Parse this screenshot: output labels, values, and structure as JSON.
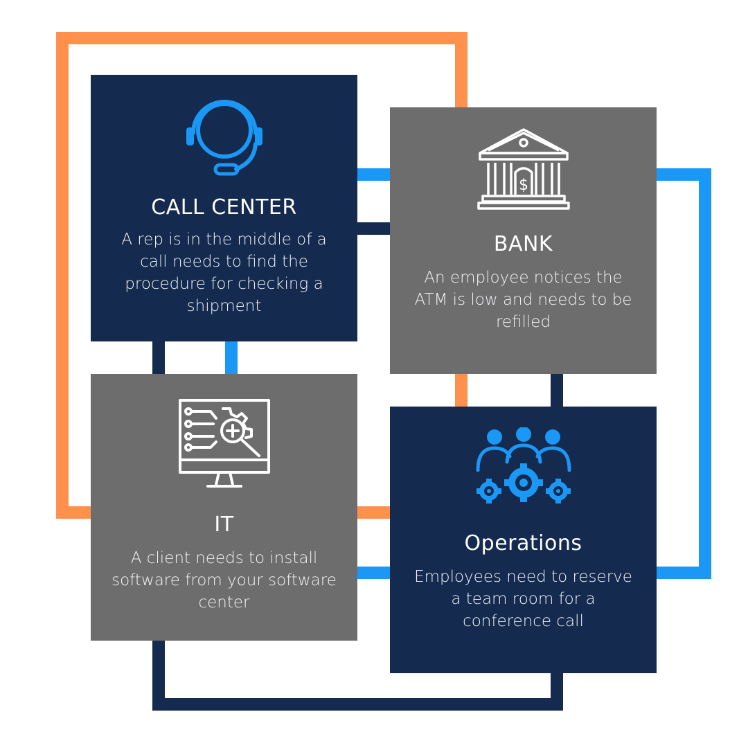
{
  "colors": {
    "navy": "#142a4f",
    "gray": "#6d6d6d",
    "orange": "#ff914d",
    "blue": "#1b98f5",
    "white": "#ffffff"
  },
  "cards": {
    "call_center": {
      "title": "CALL CENTER",
      "description": "A rep is in the middle of a call needs to find the procedure for checking a shipment",
      "icon": "headset-icon"
    },
    "bank": {
      "title": "BANK",
      "description": "An employee notices the ATM is low and needs to be refilled",
      "icon": "bank-icon"
    },
    "it": {
      "title": "IT",
      "description": "A client needs to install software from your software center",
      "icon": "monitor-gear-search-icon"
    },
    "operations": {
      "title": "Operations",
      "description": "Employees need to reserve a team room for a conference call",
      "icon": "team-gears-icon"
    }
  }
}
